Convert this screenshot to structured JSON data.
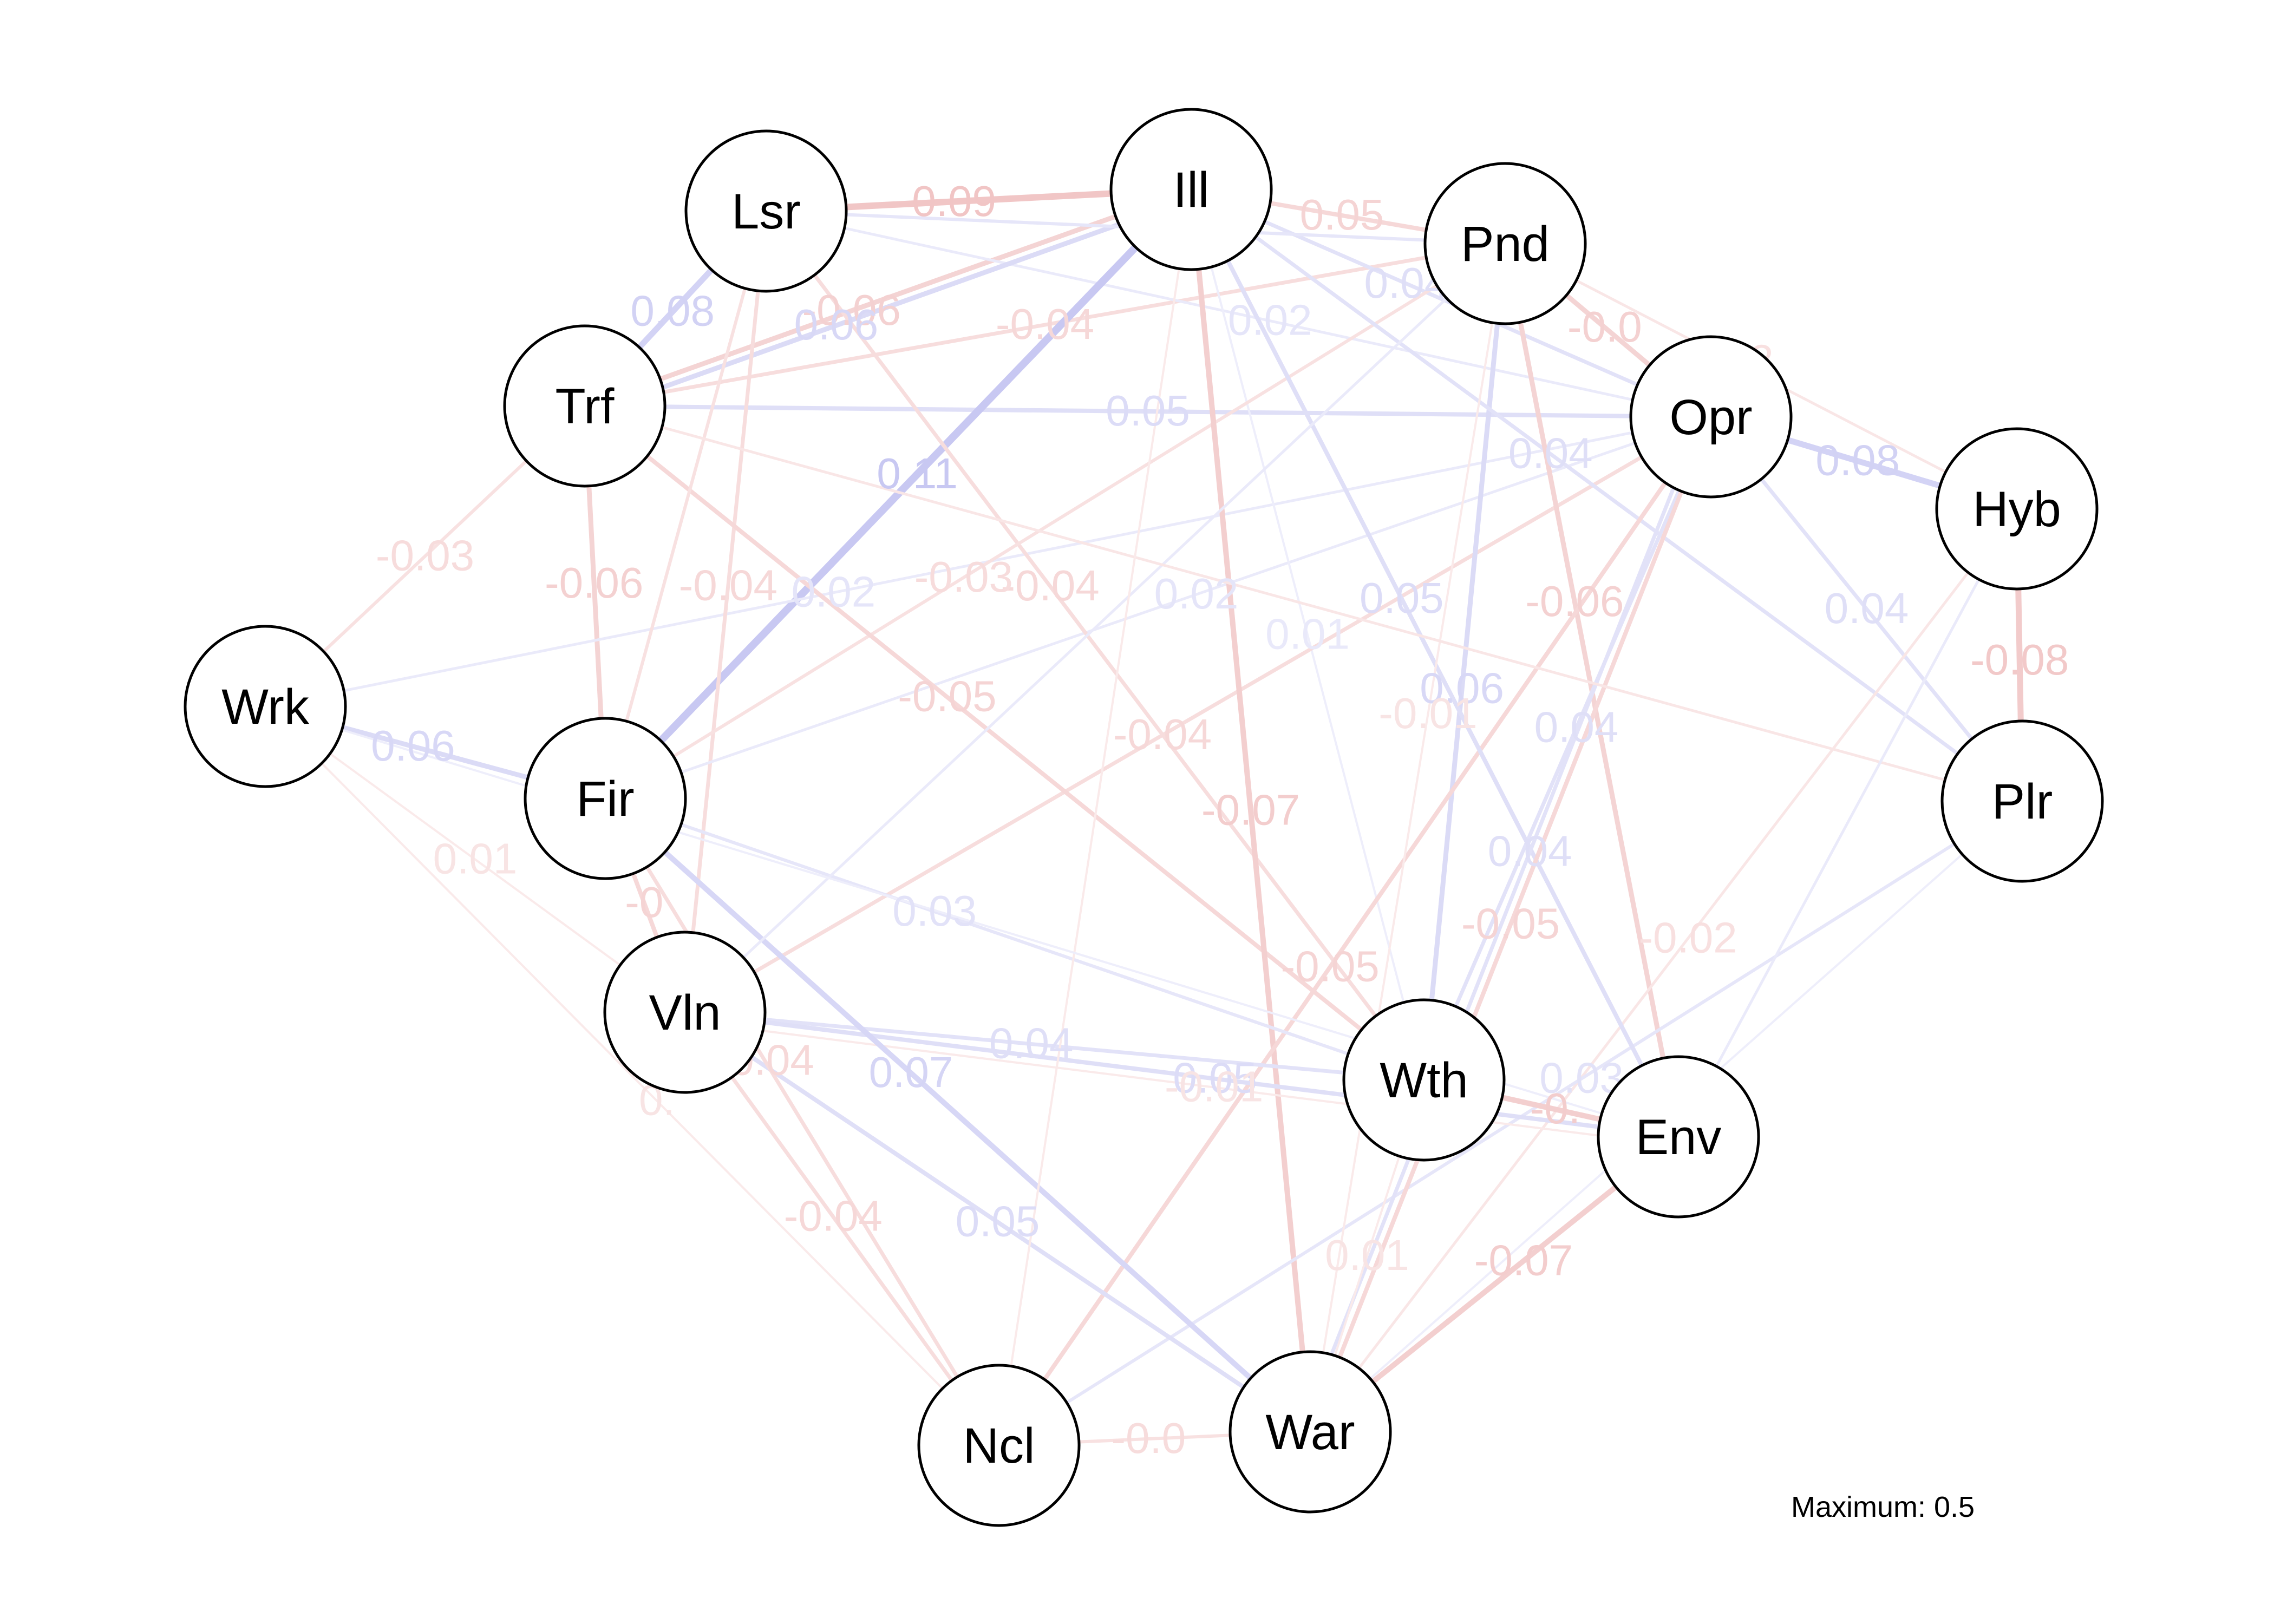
{
  "colors": {
    "positive": "#c8c8f2",
    "negative": "#efbdbd",
    "node_fill": "#ffffff",
    "node_stroke": "#000000"
  },
  "maximum_label": "Maximum: 0.5",
  "nodes": [
    {
      "id": "Lsr",
      "label": "Lsr"
    },
    {
      "id": "Ill",
      "label": "Ill"
    },
    {
      "id": "Pnd",
      "label": "Pnd"
    },
    {
      "id": "Trf",
      "label": "Trf"
    },
    {
      "id": "Opr",
      "label": "Opr"
    },
    {
      "id": "Hyb",
      "label": "Hyb"
    },
    {
      "id": "Wrk",
      "label": "Wrk"
    },
    {
      "id": "Fir",
      "label": "Fir"
    },
    {
      "id": "Plr",
      "label": "Plr"
    },
    {
      "id": "Vln",
      "label": "Vln"
    },
    {
      "id": "Wth",
      "label": "Wth"
    },
    {
      "id": "Env",
      "label": "Env"
    },
    {
      "id": "Ncl",
      "label": "Ncl"
    },
    {
      "id": "War",
      "label": "War"
    }
  ],
  "edges": [
    {
      "from": "Lsr",
      "to": "Ill",
      "weight": -0.09,
      "label": "-0.09"
    },
    {
      "from": "Ill",
      "to": "Pnd",
      "weight": -0.05,
      "label": "0.05"
    },
    {
      "from": "Lsr",
      "to": "Trf",
      "weight": 0.08,
      "label": "0.08"
    },
    {
      "from": "Trf",
      "to": "Ill",
      "weight": -0.06,
      "label": "-0.06"
    },
    {
      "from": "Trf",
      "to": "Pnd",
      "weight": -0.04,
      "label": "-0.04"
    },
    {
      "from": "Ill",
      "to": "Opr",
      "weight": 0.04,
      "label": "0.04"
    },
    {
      "from": "Pnd",
      "to": "Opr",
      "weight": -0.06,
      "label": "-0.0"
    },
    {
      "from": "Lsr",
      "to": "Opr",
      "weight": 0.02,
      "label": "0.02"
    },
    {
      "from": "Pnd",
      "to": "Hyb",
      "weight": -0.02,
      "label": "0.02"
    },
    {
      "from": "Trf",
      "to": "Opr",
      "weight": 0.05,
      "label": "0.05"
    },
    {
      "from": "Trf",
      "to": "Ill",
      "weight": 0.06,
      "label": "0.06"
    },
    {
      "from": "Opr",
      "to": "Hyb",
      "weight": 0.08,
      "label": "0.08"
    },
    {
      "from": "Fir",
      "to": "Ill",
      "weight": 0.11,
      "label": "0.11"
    },
    {
      "from": "Trf",
      "to": "Fir",
      "weight": -0.06,
      "label": "-0.06"
    },
    {
      "from": "Wrk",
      "to": "Trf",
      "weight": -0.03,
      "label": "-0.03"
    },
    {
      "from": "Wrk",
      "to": "Opr",
      "weight": 0.02,
      "label": "0.02"
    },
    {
      "from": "Lsr",
      "to": "Vln",
      "weight": -0.04,
      "label": "-0.04"
    },
    {
      "from": "Fir",
      "to": "Opr",
      "weight": 0.02,
      "label": "0.02"
    },
    {
      "from": "Lsr",
      "to": "Wth",
      "weight": -0.04,
      "label": "-0.04"
    },
    {
      "from": "Ill",
      "to": "Wth",
      "weight": 0.01,
      "label": "0.01"
    },
    {
      "from": "Fir",
      "to": "Pnd",
      "weight": -0.03,
      "label": "-0.03"
    },
    {
      "from": "Vln",
      "to": "Opr",
      "weight": -0.04,
      "label": "-0.04"
    },
    {
      "from": "Pnd",
      "to": "Wth",
      "weight": 0.06,
      "label": "0.06"
    },
    {
      "from": "Ill",
      "to": "Plr",
      "weight": 0.04,
      "label": "0.04"
    },
    {
      "from": "Opr",
      "to": "Plr",
      "weight": 0.04,
      "label": "0.04"
    },
    {
      "from": "Pnd",
      "to": "Env",
      "weight": -0.06,
      "label": "-0.06"
    },
    {
      "from": "Hyb",
      "to": "War",
      "weight": -0.02,
      "label": "-0.02"
    },
    {
      "from": "Hyb",
      "to": "Plr",
      "weight": -0.08,
      "label": "-0.08"
    },
    {
      "from": "Trf",
      "to": "Wth",
      "weight": -0.05,
      "label": "-0.05"
    },
    {
      "from": "Ill",
      "to": "War",
      "weight": -0.07,
      "label": "-0.07"
    },
    {
      "from": "Wrk",
      "to": "Fir",
      "weight": 0.06,
      "label": "0.06"
    },
    {
      "from": "Opr",
      "to": "Wth",
      "weight": 0.04,
      "label": "0.04"
    },
    {
      "from": "Opr",
      "to": "Ncl",
      "weight": -0.05,
      "label": "-0.05"
    },
    {
      "from": "Plr",
      "to": "Ncl",
      "weight": 0.03,
      "label": "0.03"
    },
    {
      "from": "Wrk",
      "to": "Vln",
      "weight": -0.01,
      "label": "0.01"
    },
    {
      "from": "Fir",
      "to": "Wth",
      "weight": 0.03,
      "label": "0.03"
    },
    {
      "from": "Vln",
      "to": "Wth",
      "weight": 0.04,
      "label": "0.04"
    },
    {
      "from": "Vln",
      "to": "Env",
      "weight": 0.05,
      "label": "0.05"
    },
    {
      "from": "Ill",
      "to": "Env",
      "weight": 0.05,
      "label": "0.05"
    },
    {
      "from": "Opr",
      "to": "War",
      "weight": -0.05,
      "label": "-0.05"
    },
    {
      "from": "Pnd",
      "to": "War",
      "weight": -0.01,
      "label": "-0.01"
    },
    {
      "from": "Plr",
      "to": "War",
      "weight": 0.01,
      "label": "0.01"
    },
    {
      "from": "Vln",
      "to": "Env",
      "weight": -0.01,
      "label": "-0.01"
    },
    {
      "from": "Fir",
      "to": "War",
      "weight": 0.07,
      "label": "0.07"
    },
    {
      "from": "Vln",
      "to": "War",
      "weight": 0.05,
      "label": "0.05"
    },
    {
      "from": "Fir",
      "to": "Ncl",
      "weight": -0.04,
      "label": "-0.04"
    },
    {
      "from": "Vln",
      "to": "Ncl",
      "weight": -0.04,
      "label": "-0.04"
    },
    {
      "from": "Wth",
      "to": "Env",
      "weight": -0.07,
      "label": "-0."
    },
    {
      "from": "Opr",
      "to": "War",
      "weight": 0.04,
      "label": "0.04"
    },
    {
      "from": "Wth",
      "to": "War",
      "weight": -0.01,
      "label": "0.01"
    },
    {
      "from": "Env",
      "to": "War",
      "weight": -0.07,
      "label": "-0.07"
    },
    {
      "from": "Ncl",
      "to": "War",
      "weight": -0.03,
      "label": "-0.0"
    },
    {
      "from": "Wrk",
      "to": "Ncl",
      "weight": -0.01,
      "label": "0."
    },
    {
      "from": "Lsr",
      "to": "Fir",
      "weight": -0.03,
      "label": ""
    },
    {
      "from": "Pnd",
      "to": "Vln",
      "weight": 0.02,
      "label": ""
    },
    {
      "from": "Trf",
      "to": "Plr",
      "weight": -0.02,
      "label": ""
    },
    {
      "from": "Fir",
      "to": "Vln",
      "weight": -0.05,
      "label": "-0"
    },
    {
      "from": "Lsr",
      "to": "Pnd",
      "weight": 0.03,
      "label": ""
    },
    {
      "from": "Ill",
      "to": "Ncl",
      "weight": -0.01,
      "label": ""
    },
    {
      "from": "Wrk",
      "to": "Env",
      "weight": 0.01,
      "label": ""
    },
    {
      "from": "Hyb",
      "to": "Env",
      "weight": 0.02,
      "label": ""
    }
  ]
}
